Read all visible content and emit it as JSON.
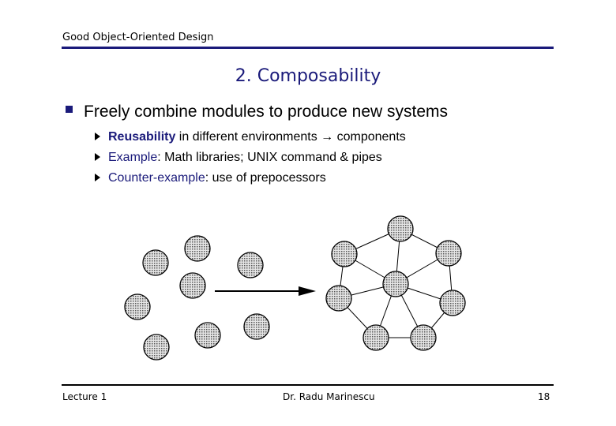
{
  "header": {
    "title": "Good Object-Oriented Design"
  },
  "slide": {
    "title": "2. Composability"
  },
  "bullet": {
    "text": "Freely combine modules to produce new systems"
  },
  "sub_bullets": [
    {
      "lead": "Reusability",
      "rest": " in different environments → components"
    },
    {
      "lead": "Example",
      "rest": ": Math libraries; UNIX command & pipes"
    },
    {
      "lead": "Counter-example",
      "rest": ": use of prepocessors"
    }
  ],
  "footer": {
    "left": "Lecture 1",
    "center": "Dr. Radu Marinescu",
    "page": "18"
  },
  "colors": {
    "accent": "#1a1a7a",
    "node_fill": "#bdbdbd"
  }
}
